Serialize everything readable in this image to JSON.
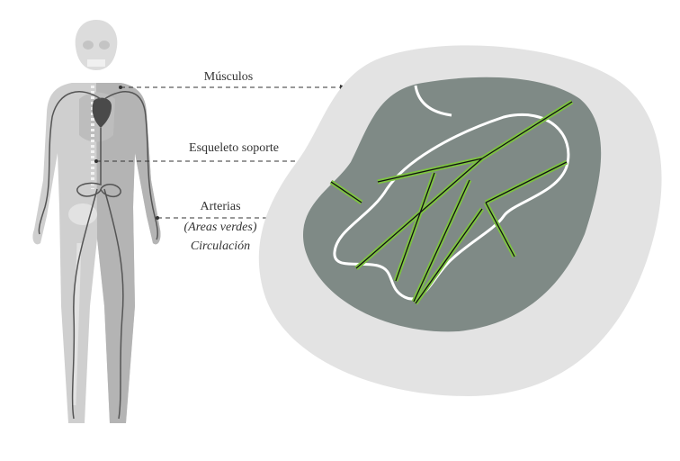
{
  "labels": {
    "muscles": "Músculos",
    "skeleton": "Esqueleto soporte",
    "arteries": "Arterias",
    "arteries_note": "(Areas verdes)",
    "arteries_sub": "Circulación"
  },
  "colors": {
    "outer_blob": "#e3e3e3",
    "inner_blob": "#7f8a86",
    "green_lines": "#7dc242",
    "body": "#cfcfcf",
    "heart": "#4a4a4a"
  }
}
